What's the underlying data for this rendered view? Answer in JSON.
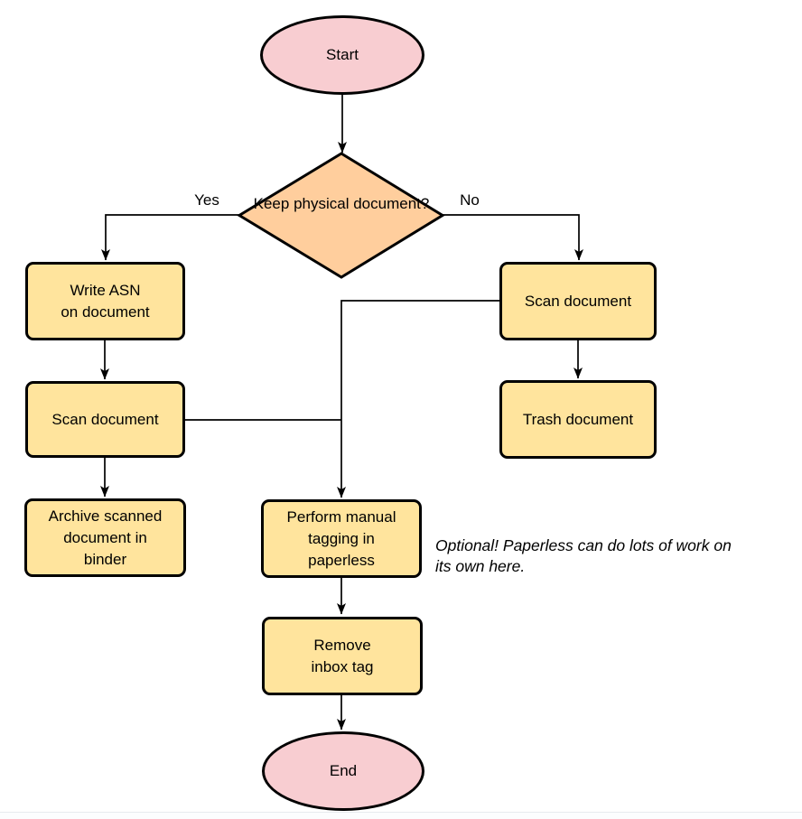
{
  "diagram": {
    "nodes": {
      "start": {
        "type": "terminator",
        "label": "Start"
      },
      "decision": {
        "type": "decision",
        "lines": [
          "Keep physical",
          "document?"
        ]
      },
      "write_asn": {
        "type": "process",
        "lines": [
          "Write ASN",
          "on document"
        ]
      },
      "scan_left": {
        "type": "process",
        "label": "Scan document"
      },
      "archive": {
        "type": "process",
        "lines": [
          "Archive scanned",
          "document in",
          "binder"
        ]
      },
      "scan_right": {
        "type": "process",
        "label": "Scan document"
      },
      "trash": {
        "type": "process",
        "label": "Trash document"
      },
      "tagging": {
        "type": "process",
        "lines": [
          "Perform manual",
          "tagging in",
          "paperless"
        ]
      },
      "remove_inbox": {
        "type": "process",
        "lines": [
          "Remove",
          "inbox tag"
        ]
      },
      "end": {
        "type": "terminator",
        "label": "End"
      }
    },
    "edge_labels": {
      "yes": "Yes",
      "no": "No"
    },
    "annotation": {
      "lines": [
        "Optional! Paperless can do lots of work on",
        "its own here."
      ]
    },
    "colors": {
      "terminator_fill": "#f8cdd1",
      "decision_fill": "#ffce9d",
      "process_fill": "#ffe49d",
      "stroke": "#000000",
      "background": "#ffffff"
    }
  }
}
